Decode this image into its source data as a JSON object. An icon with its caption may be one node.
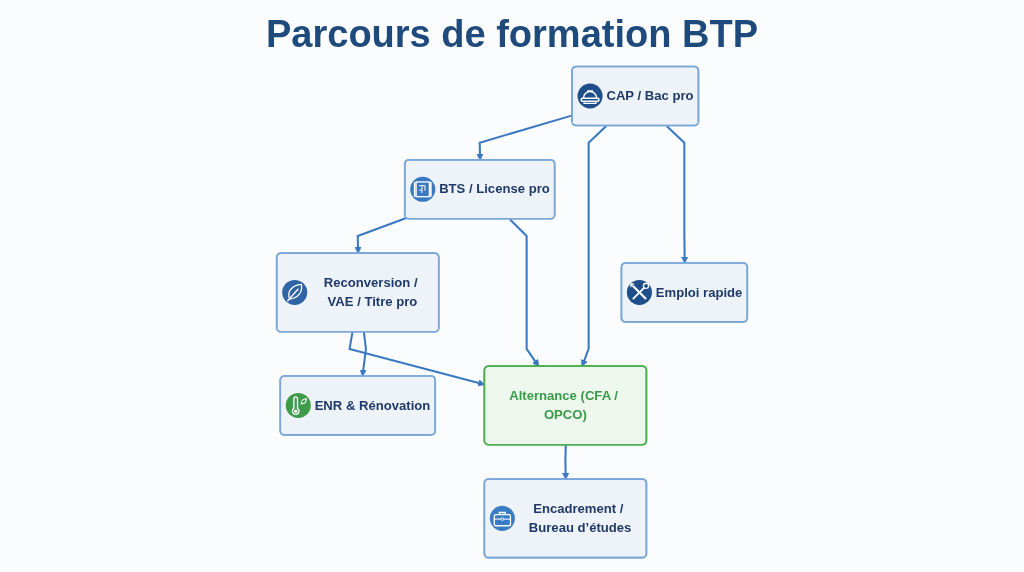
{
  "diagram": {
    "title": "Parcours de formation BTP",
    "nodes": [
      {
        "text": [
          "CAP / Bac pro"
        ]
      },
      {
        "text": [
          "BTS / License pro"
        ]
      },
      {
        "text": [
          "Reconversion / VAE / Titre pro"
        ]
      },
      {
        "text": [
          "Alternance (CFA / OPCO)"
        ]
      },
      {
        "text": [
          "Emploi rapide"
        ]
      },
      {
        "text": [
          "Encadrement / Bureau d’études"
        ]
      },
      {
        "text": [
          "ENR & Rénovation"
        ]
      }
    ],
    "edges": [
      {
        "from": 0,
        "to": 1,
        "arrow": "to"
      },
      {
        "from": 1,
        "to": 2,
        "arrow": "to"
      },
      {
        "from": 1,
        "to": 3,
        "arrow": "to"
      },
      {
        "from": 0,
        "to": 3,
        "arrow": "to"
      },
      {
        "from": 2,
        "to": 3,
        "arrow": "to"
      },
      {
        "from": 0,
        "to": 4,
        "arrow": "to"
      },
      {
        "from": 3,
        "to": 5,
        "arrow": "to"
      },
      {
        "from": 2,
        "to": 6,
        "arrow": "to"
      }
    ]
  }
}
